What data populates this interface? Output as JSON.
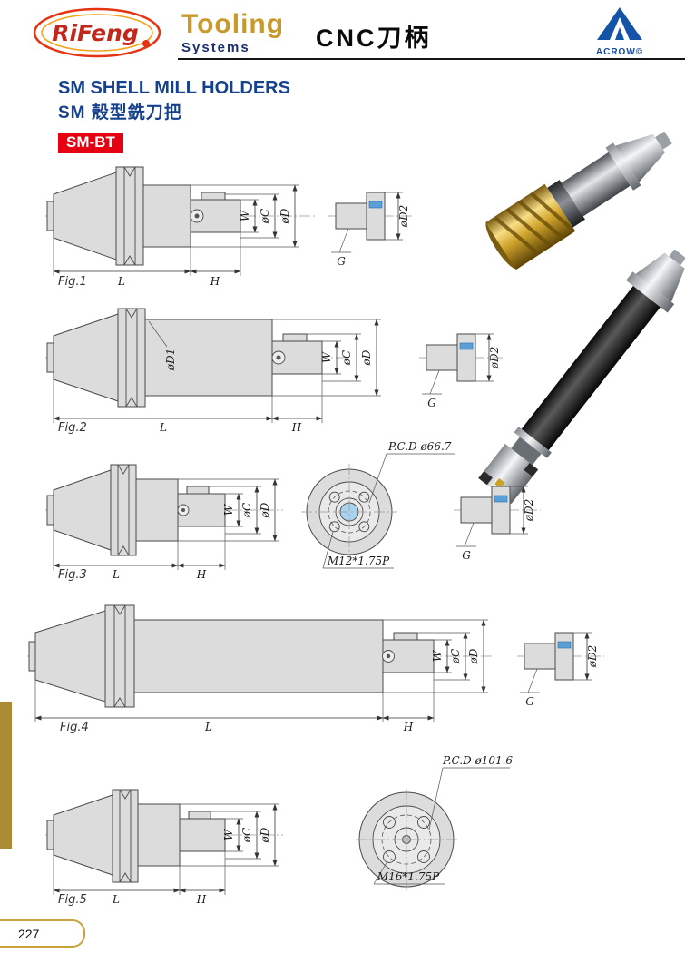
{
  "header": {
    "brand": "RiFeng",
    "title": "Tooling",
    "subtitle": "Systems",
    "title_cn": "CNC刀柄",
    "logo_right": "ACROW©"
  },
  "section": {
    "title_en": "SM SHELL MILL HOLDERS",
    "title_cn": "SM 殼型銑刀把",
    "badge": "SM-BT"
  },
  "figures": [
    {
      "label": "Fig.1",
      "w": "W",
      "c": "øC",
      "d": "øD",
      "d2": "øD2",
      "g": "G",
      "l": "L",
      "h": "H"
    },
    {
      "label": "Fig.2",
      "d1": "øD1",
      "w": "W",
      "c": "øC",
      "d": "øD",
      "d2": "øD2",
      "g": "G",
      "l": "L",
      "h": "H"
    },
    {
      "label": "Fig.3",
      "w": "W",
      "c": "øC",
      "d": "øD",
      "d2": "øD2",
      "g": "G",
      "l": "L",
      "h": "H",
      "pcd": "P.C.D ø66.7",
      "thread": "M12*1.75P"
    },
    {
      "label": "Fig.4",
      "w": "W",
      "c": "øC",
      "d": "øD",
      "d2": "øD2",
      "g": "G",
      "l": "L",
      "h": "H"
    },
    {
      "label": "Fig.5",
      "w": "W",
      "c": "øC",
      "d": "øD",
      "l": "L",
      "h": "H",
      "pcd": "P.C.D ø101.6",
      "thread": "M16*1.75P"
    }
  ],
  "footer": {
    "page": "227"
  },
  "colors": {
    "accent_gold": "#c8992b",
    "brand_red": "#e60012",
    "title_blue": "#16418c",
    "logo_blue": "#1454a8"
  }
}
